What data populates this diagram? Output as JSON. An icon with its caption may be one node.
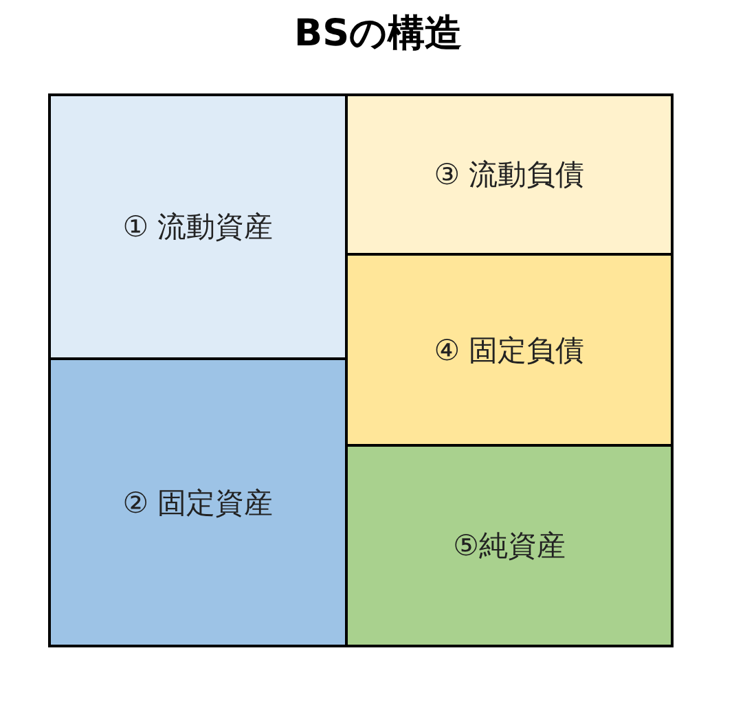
{
  "diagram": {
    "title": "BSの構造",
    "nodes": [
      {
        "text": [
          "① 流動資産"
        ]
      },
      {
        "text": [
          "② 固定資産"
        ]
      },
      {
        "text": [
          "③ 流動負債"
        ]
      },
      {
        "text": [
          "④ 固定負債"
        ]
      },
      {
        "text": [
          "⑤純資産"
        ]
      }
    ]
  }
}
